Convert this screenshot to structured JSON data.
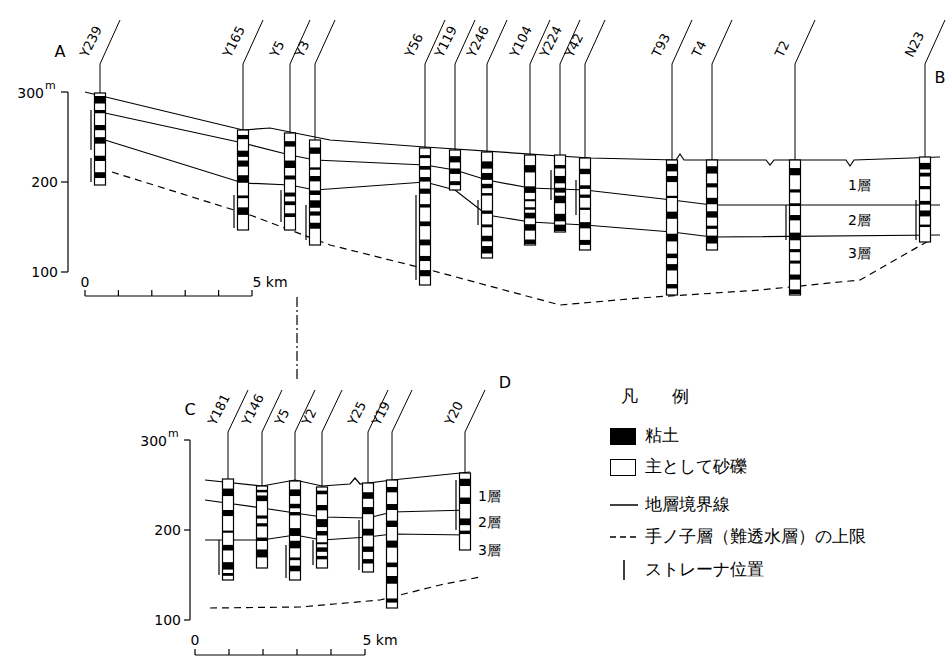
{
  "diagram": {
    "labels": [
      "A",
      "B",
      "300",
      "m",
      "200",
      "100",
      "0",
      "5 km",
      "Y239",
      "Y165",
      "Y5",
      "Y3",
      "Y56",
      "Y119",
      "Y246",
      "Y104",
      "Y224",
      "Y42",
      "T93",
      "T4",
      "T2",
      "N23",
      "1層",
      "2層",
      "3層",
      "C",
      "D",
      "300",
      "m",
      "200",
      "100",
      "0",
      "5 km",
      "Y181",
      "Y146",
      "Y5",
      "Y2",
      "Y25",
      "Y19",
      "Y20",
      "1層",
      "2層",
      "3層",
      "凡　　例"
    ],
    "legend": [
      {
        "text": "粘土",
        "color": "#000000"
      },
      {
        "text": "主として砂礫",
        "color": "#ffffff"
      },
      {
        "text": "地層境界線"
      },
      {
        "text": "手ノ子層（難透水層）の上限"
      },
      {
        "text": "ストレーナ位置"
      }
    ]
  }
}
